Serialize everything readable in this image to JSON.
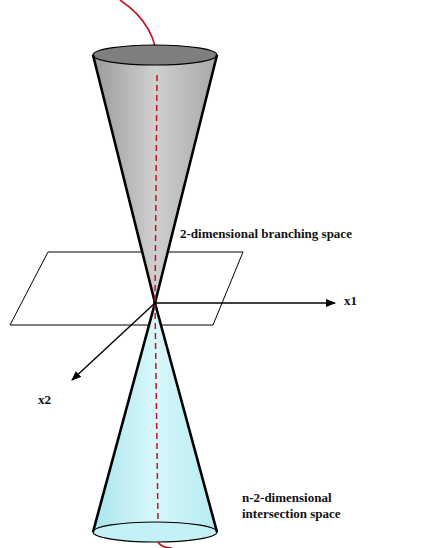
{
  "diagram": {
    "labels": [
      "2-dimensional branching space",
      "x1",
      "x2",
      "n-2-dimensional intersection space"
    ]
  }
}
